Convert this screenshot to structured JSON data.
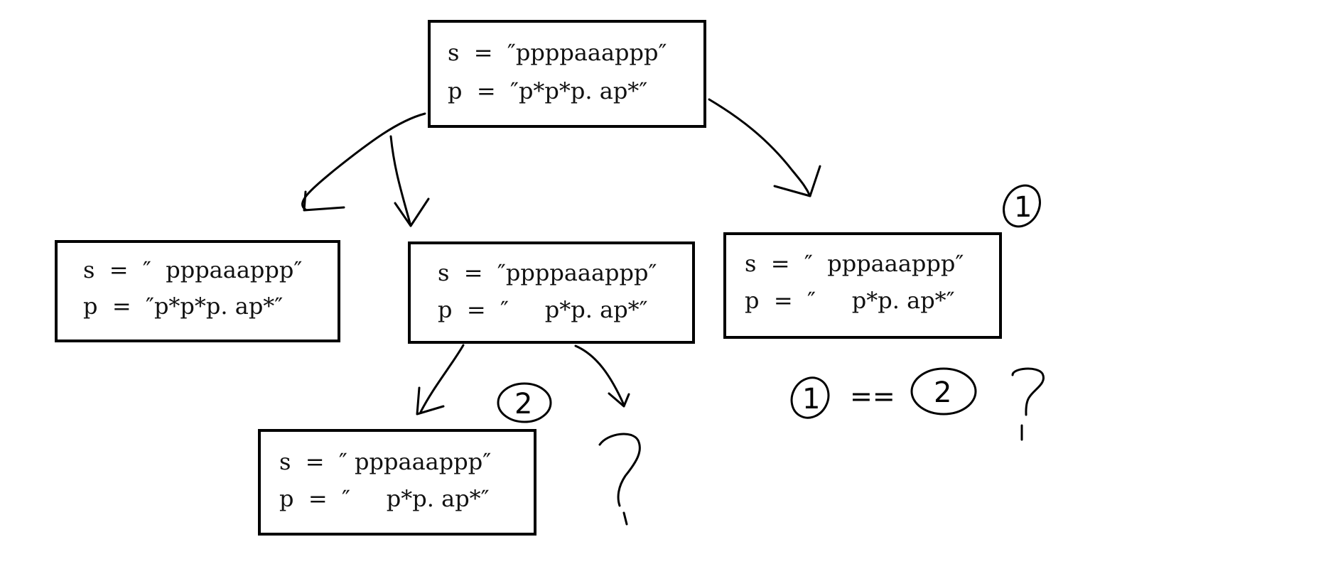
{
  "nodes": {
    "root": {
      "s_line": "s  =  ″ppppaaappp″",
      "p_line": "p  =  ″p*p*p. ap*″"
    },
    "left": {
      "s_line": "s  =  ″  pppaaappp″",
      "p_line": "p  =  ″p*p*p. ap*″"
    },
    "middle": {
      "s_line": "s  =  ″ppppaaappp″",
      "p_line": "p  =  ″     p*p. ap*″"
    },
    "right": {
      "s_line": "s  =  ″  pppaaappp″",
      "p_line": "p  =  ″     p*p. ap*″"
    },
    "bottom": {
      "s_line": "s  =  ″ pppaaappp″",
      "p_line": "p  =  ″     p*p. ap*″"
    }
  },
  "annotations": {
    "circle_1": "1",
    "circle_2": "2",
    "question_mark": "?",
    "equation_left": "1",
    "equation_operator": "==",
    "equation_right": "2",
    "equation_question": "?"
  },
  "colors": {
    "ink": "#000000",
    "text": "#111111",
    "background": "#ffffff"
  }
}
